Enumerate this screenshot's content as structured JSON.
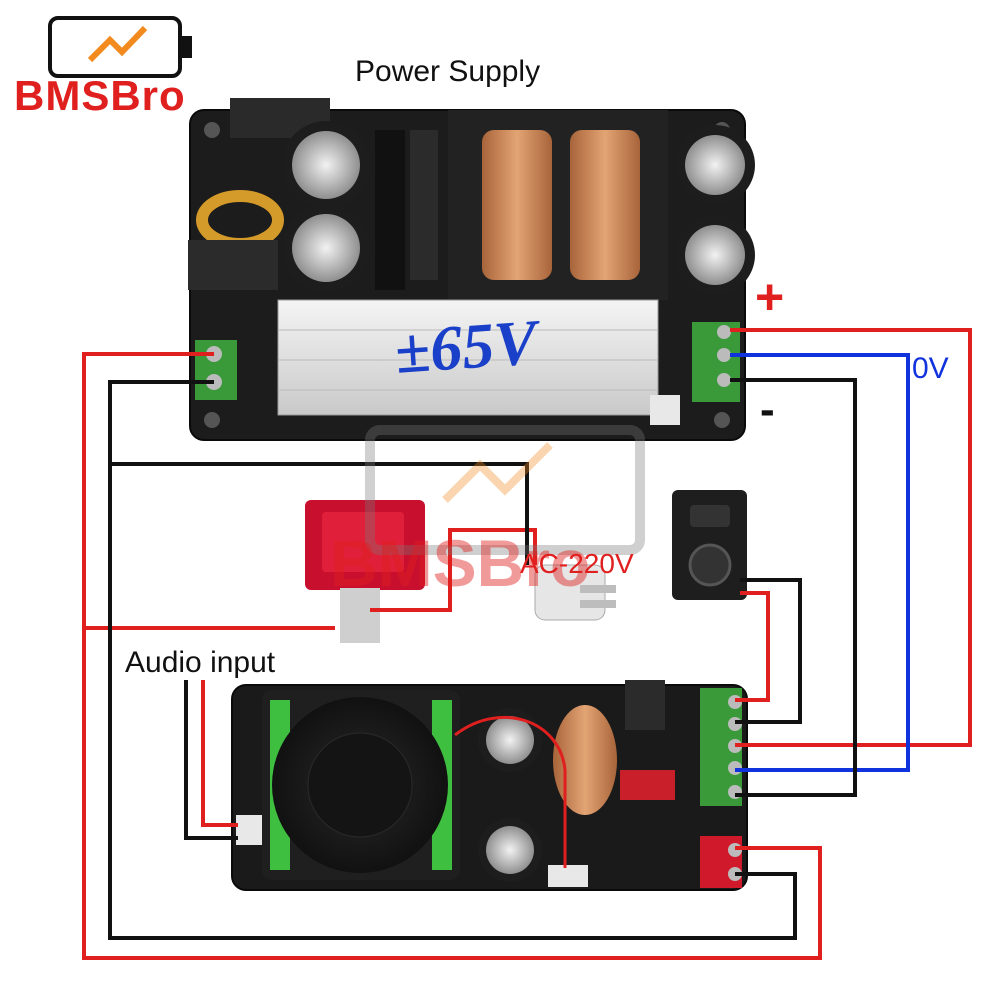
{
  "brand": {
    "name": "BMSBro",
    "color": "#e01f1f"
  },
  "labels": {
    "power_supply": "Power Supply",
    "audio_input": "Audio input",
    "ac_voltage": "AC-220V",
    "zero_volt": "0V",
    "plus": "+",
    "minus": "-",
    "psu_voltage": "±65V",
    "watermark": "BMSBro"
  },
  "wire_colors": {
    "positive": "#e01f1f",
    "negative": "#111111",
    "ground": "#1133dd"
  },
  "components": {
    "psu_board": "psu-board",
    "amp_board": "amp-board",
    "rocker_switch": "rocker-switch",
    "ac_plug": "ac-plug",
    "speaker": "speaker"
  }
}
